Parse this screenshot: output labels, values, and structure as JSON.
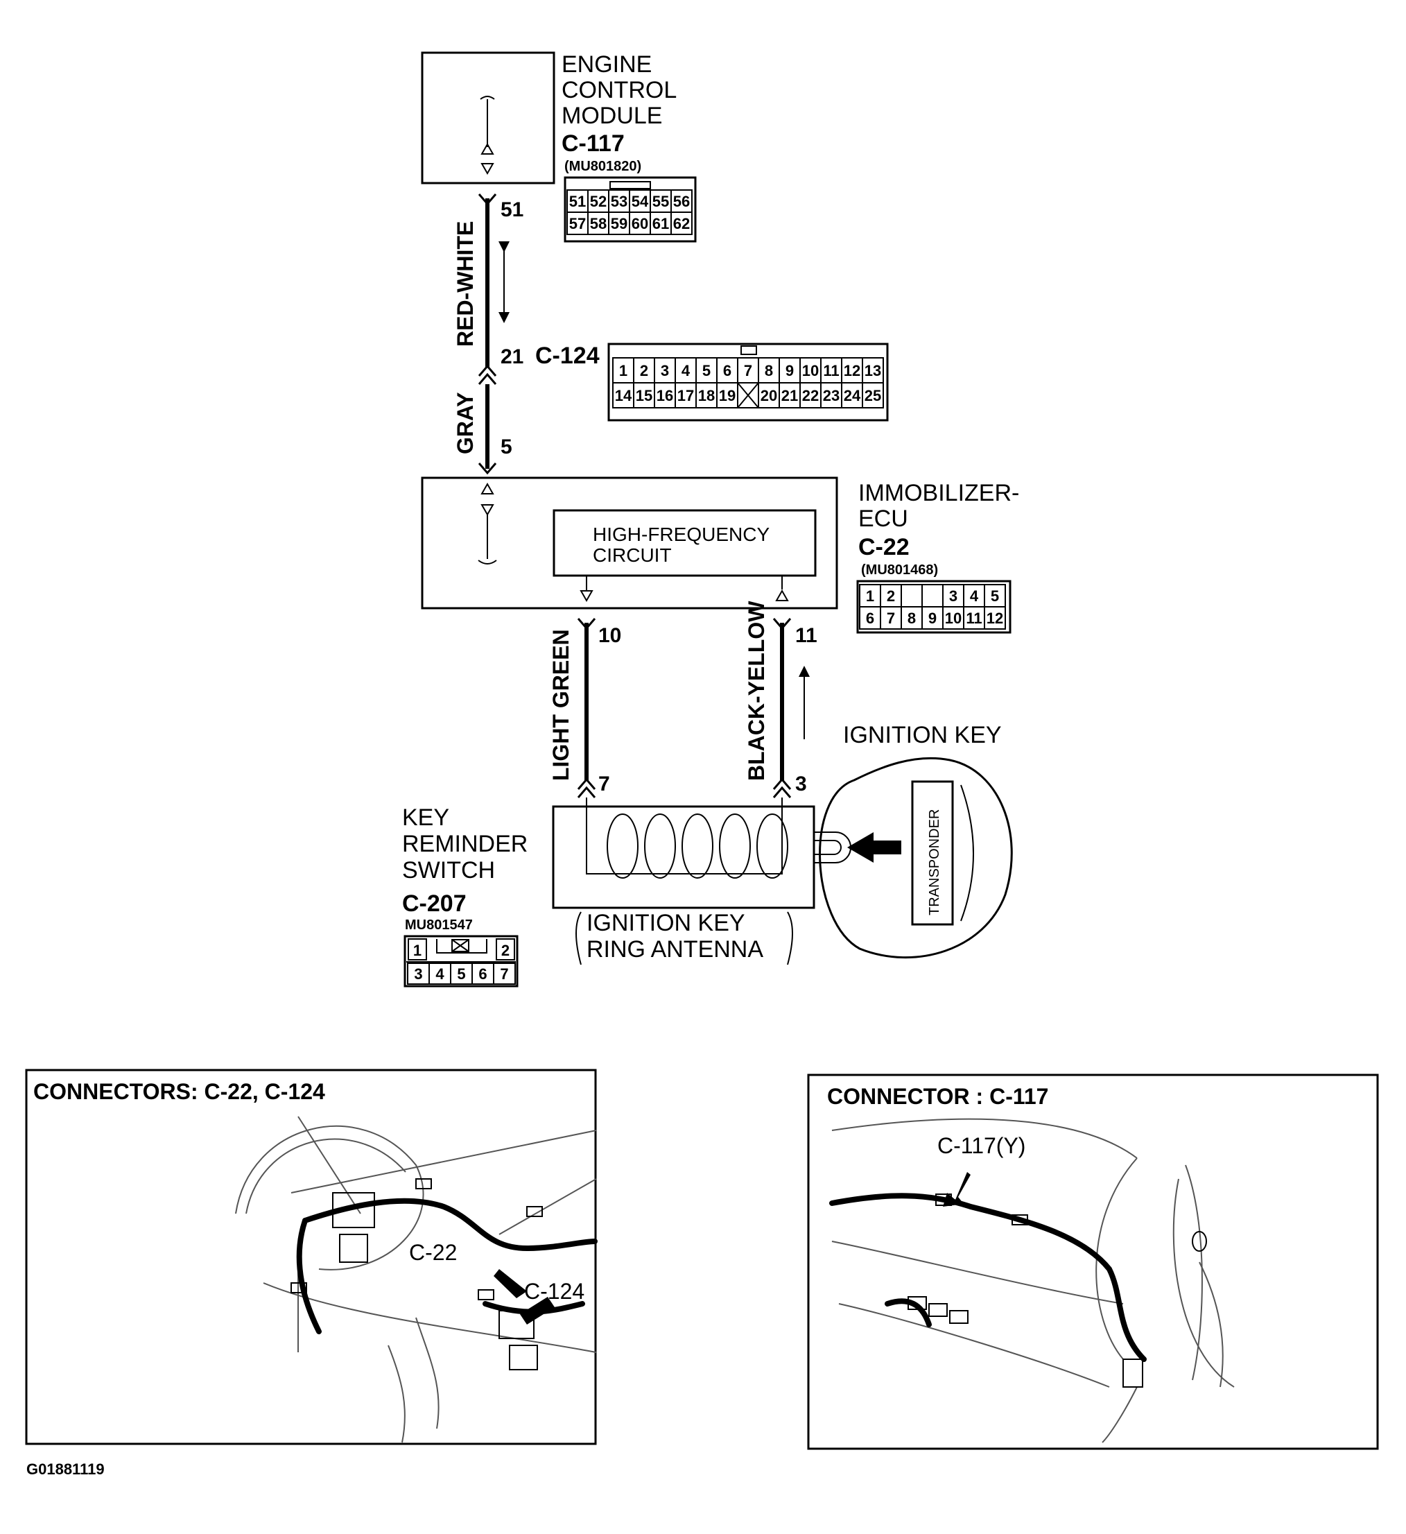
{
  "ecm": {
    "name_lines": [
      "ENGINE",
      "CONTROL",
      "MODULE"
    ],
    "connector_id": "C-117",
    "part_number": "(MU801820)",
    "pin_rows": [
      [
        "51",
        "52",
        "53",
        "54",
        "55",
        "56"
      ],
      [
        "57",
        "58",
        "59",
        "60",
        "61",
        "62"
      ]
    ]
  },
  "intermediate": {
    "connector_id": "C-124",
    "pin_rows": [
      [
        "1",
        "2",
        "3",
        "4",
        "5",
        "6",
        "7",
        "8",
        "9",
        "10",
        "11",
        "12",
        "13"
      ],
      [
        "14",
        "15",
        "16",
        "17",
        "18",
        "19",
        "",
        "20",
        "21",
        "22",
        "23",
        "24",
        "25"
      ]
    ]
  },
  "immobilizer": {
    "name_lines": [
      "IMMOBILIZER-",
      "ECU"
    ],
    "connector_id": "C-22",
    "part_number": "(MU801468)",
    "circuit_lines": [
      "HIGH-FREQUENCY",
      "CIRCUIT"
    ],
    "pin_rows": [
      [
        "1",
        "2",
        "",
        "",
        "3",
        "4",
        "5"
      ],
      [
        "6",
        "7",
        "8",
        "9",
        "10",
        "11",
        "12"
      ]
    ]
  },
  "key_switch": {
    "name_lines": [
      "KEY",
      "REMINDER",
      "SWITCH"
    ],
    "connector_id": "C-207",
    "part_number": "MU801547",
    "top_pins": [
      "1",
      "2"
    ],
    "bottom_pins": [
      "3",
      "4",
      "5",
      "6",
      "7"
    ]
  },
  "antenna": {
    "name_lines": [
      "IGNITION KEY",
      "RING ANTENNA"
    ]
  },
  "ignition_key": {
    "label": "IGNITION KEY",
    "transponder": "TRANSPONDER"
  },
  "wires": {
    "ecm_to_c124": {
      "color": "RED-WHITE",
      "pin_top": "51",
      "pin_bottom": "21"
    },
    "c124_to_immo": {
      "color": "GRAY",
      "pin_bottom": "5"
    },
    "left": {
      "color": "LIGHT GREEN",
      "pin_top": "10",
      "pin_bottom": "7"
    },
    "right": {
      "color": "BLACK-YELLOW",
      "pin_top": "11",
      "pin_bottom": "3"
    }
  },
  "panel_left": {
    "title": "CONNECTORS: C-22, C-124",
    "callouts": [
      "C-22",
      "C-124"
    ]
  },
  "panel_right": {
    "title": "CONNECTOR : C-117",
    "callouts": [
      "C-117(Y)"
    ]
  },
  "figure_id": "G01881119"
}
